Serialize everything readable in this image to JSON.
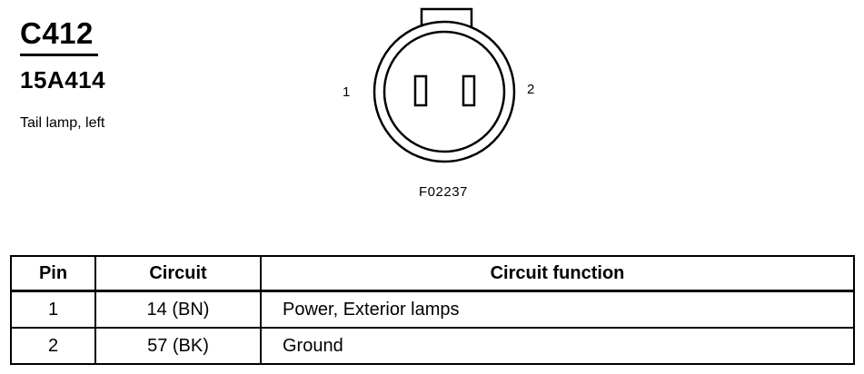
{
  "header": {
    "connector_id": "C412",
    "part_number": "15A414",
    "description": "Tail lamp, left"
  },
  "diagram": {
    "pin_labels": [
      "1",
      "2"
    ],
    "figure_code": "F02237"
  },
  "table": {
    "headers": [
      "Pin",
      "Circuit",
      "Circuit function"
    ],
    "rows": [
      {
        "pin": "1",
        "circuit": "14 (BN)",
        "function": "Power, Exterior lamps"
      },
      {
        "pin": "2",
        "circuit": "57 (BK)",
        "function": "Ground"
      }
    ]
  }
}
